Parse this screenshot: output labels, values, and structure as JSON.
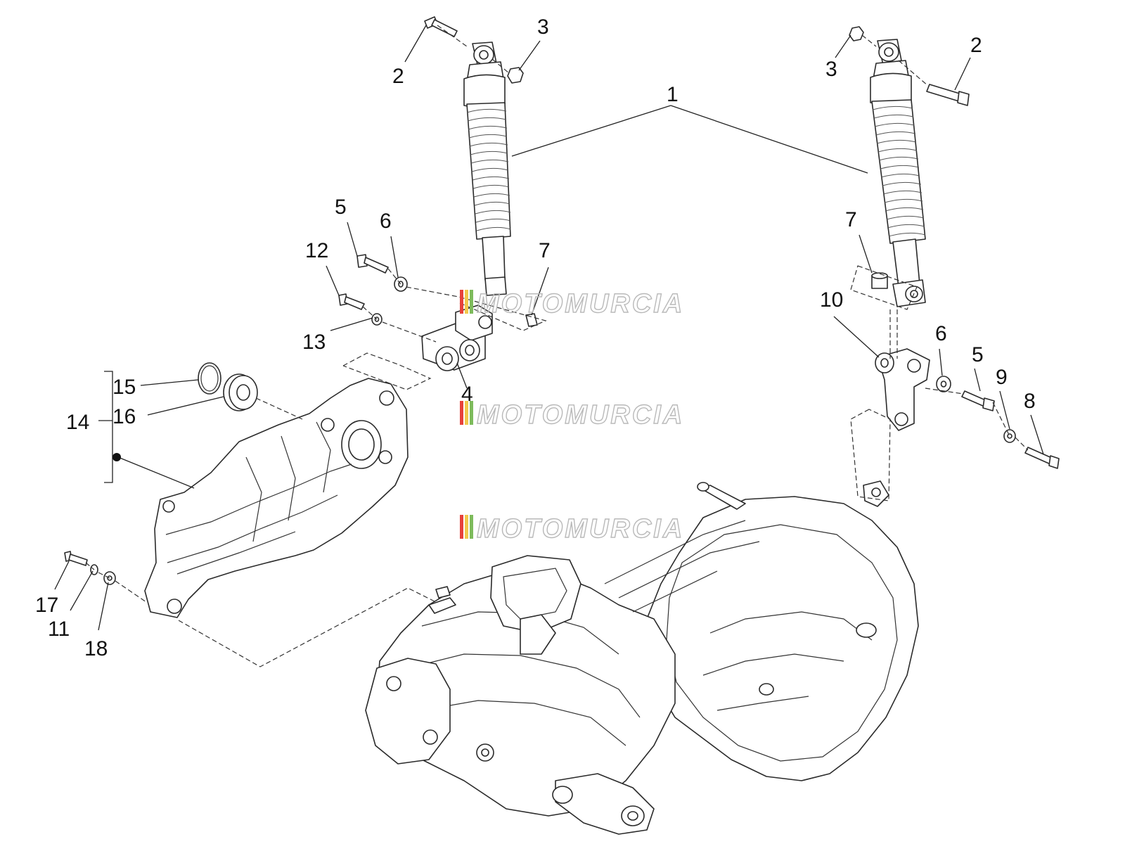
{
  "watermark": {
    "text": "MOTOMURCIA",
    "stripe_colors": [
      "#e7423a",
      "#f2c94c",
      "#7dbb5c"
    ]
  },
  "callouts": {
    "c1": "1",
    "c2a": "2",
    "c2b": "2",
    "c3a": "3",
    "c3b": "3",
    "c4": "4",
    "c5a": "5",
    "c5b": "5",
    "c6a": "6",
    "c6b": "6",
    "c7a": "7",
    "c7b": "7",
    "c8": "8",
    "c9": "9",
    "c10": "10",
    "c11": "11",
    "c12": "12",
    "c13": "13",
    "c14": "14",
    "c15": "15",
    "c16": "16",
    "c17": "17",
    "c18": "18"
  }
}
